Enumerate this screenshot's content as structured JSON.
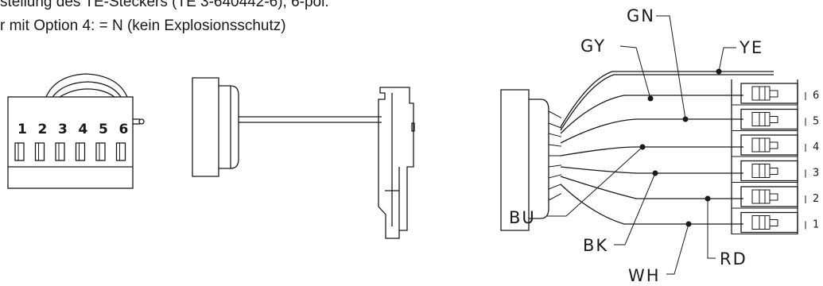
{
  "caption": {
    "line1": "stellung des TE-Steckers (TE 3-640442-6), 6-pol.",
    "line2": "r mit Option 4: = N (kein Explosionsschutz)"
  },
  "front_view": {
    "pin_numbers": [
      "1",
      "2",
      "3",
      "4",
      "5",
      "6"
    ]
  },
  "wiring": {
    "wires": [
      {
        "color": "GY",
        "pin": "6"
      },
      {
        "color": "GN",
        "pin": "5"
      },
      {
        "color": "YE",
        "pin": ""
      },
      {
        "color": "BU",
        "pin": "4"
      },
      {
        "color": "BK",
        "pin": "3"
      },
      {
        "color": "RD",
        "pin": "2"
      },
      {
        "color": "WH",
        "pin": "1"
      }
    ],
    "pin_side_numbers": [
      "6",
      "5",
      "4",
      "3",
      "2",
      "1"
    ]
  }
}
